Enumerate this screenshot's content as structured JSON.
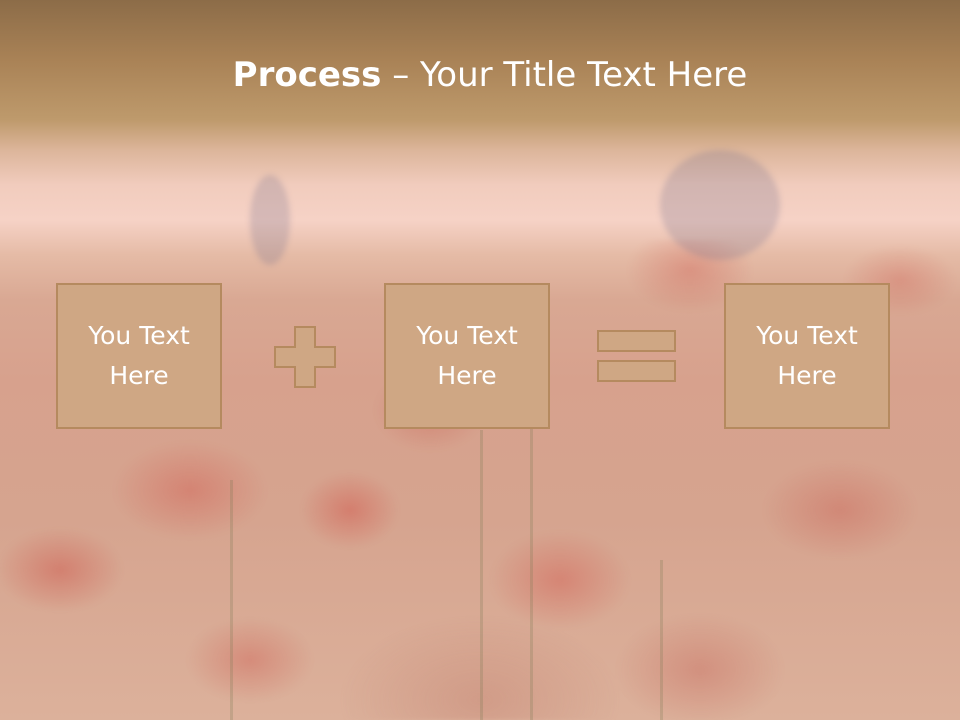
{
  "title": {
    "bold": "Process",
    "separator": " – ",
    "rest": "Your Title Text Here"
  },
  "process": {
    "boxes": [
      {
        "text": "You Text Here"
      },
      {
        "text": "You Text Here"
      },
      {
        "text": "You Text Here"
      }
    ],
    "operators": [
      "plus-icon",
      "equals-icon"
    ]
  },
  "colors": {
    "box_fill": "#cfa784",
    "box_border": "#b58a5f",
    "title_text": "#ffffff"
  }
}
